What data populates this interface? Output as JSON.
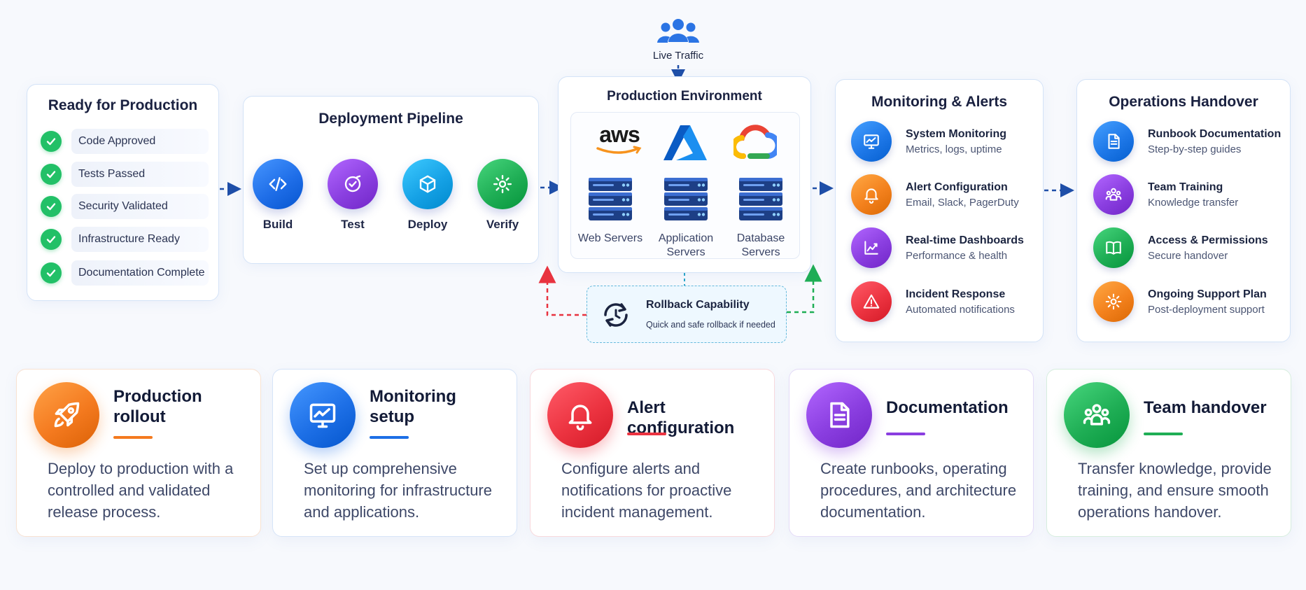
{
  "live_traffic": {
    "label": "Live Traffic"
  },
  "ready": {
    "title": "Ready for Production",
    "items": [
      "Code Approved",
      "Tests Passed",
      "Security Validated",
      "Infrastructure Ready",
      "Documentation Complete"
    ]
  },
  "pipeline": {
    "title": "Deployment Pipeline",
    "steps": [
      {
        "label": "Build",
        "icon": "code-icon",
        "color": "#1f6ee8"
      },
      {
        "label": "Test",
        "icon": "check-circle-icon",
        "color": "#8a3fe0"
      },
      {
        "label": "Deploy",
        "icon": "cube-icon",
        "color": "#16a2e6"
      },
      {
        "label": "Verify",
        "icon": "gear-icon",
        "color": "#1fae55"
      }
    ]
  },
  "production": {
    "title": "Production Environment",
    "aws_logo_text": "aws",
    "servers": [
      {
        "label_line1": "Web Servers",
        "label_line2": ""
      },
      {
        "label_line1": "Application",
        "label_line2": "Servers"
      },
      {
        "label_line1": "Database",
        "label_line2": "Servers"
      }
    ]
  },
  "rollback": {
    "title": "Rollback Capability",
    "subtitle": "Quick and safe rollback if needed"
  },
  "monitoring": {
    "title": "Monitoring & Alerts",
    "items": [
      {
        "title": "System Monitoring",
        "desc": "Metrics, logs, uptime",
        "icon": "monitor-icon",
        "color": "#1e78e8"
      },
      {
        "title": "Alert Configuration",
        "desc": "Email, Slack, PagerDuty",
        "icon": "bell-icon",
        "color": "#f3811d"
      },
      {
        "title": "Real-time Dashboards",
        "desc": "Performance & health",
        "icon": "chart-icon",
        "color": "#8a3ee0"
      },
      {
        "title": "Incident Response",
        "desc": "Automated notifications",
        "icon": "warning-icon",
        "color": "#ec3340"
      }
    ]
  },
  "handover": {
    "title": "Operations Handover",
    "items": [
      {
        "title": "Runbook Documentation",
        "desc": "Step-by-step guides",
        "icon": "document-icon",
        "color": "#1e78e8"
      },
      {
        "title": "Team Training",
        "desc": "Knowledge transfer",
        "icon": "team-icon",
        "color": "#8a3ee0"
      },
      {
        "title": "Access & Permissions",
        "desc": "Secure handover",
        "icon": "book-icon",
        "color": "#1fae55"
      },
      {
        "title": "Ongoing Support Plan",
        "desc": "Post-deployment support",
        "icon": "gear-icon",
        "color": "#f3811d"
      }
    ]
  },
  "bottom_cards": [
    {
      "title_line1": "Production",
      "title_line2": "rollout",
      "desc": "Deploy to production with a controlled and validated release process.",
      "icon": "rocket-icon",
      "color": "#f47a1f",
      "border": "#f8e2d2"
    },
    {
      "title_line1": "Monitoring",
      "title_line2": "setup",
      "desc": "Set up comprehensive monitoring for infrastructure and applications.",
      "icon": "monitor-icon",
      "color": "#1d6fe6",
      "border": "#d6e4f8"
    },
    {
      "title_line1": "Alert configuration",
      "title_line2": "",
      "desc": "Configure alerts and notifications for proactive incident management.",
      "icon": "bell-icon",
      "color": "#ec3340",
      "border": "#f8d9dd"
    },
    {
      "title_line1": "Documentation",
      "title_line2": "",
      "desc": "Create runbooks, operating procedures, and architecture documentation.",
      "icon": "document-icon",
      "color": "#8a3ee0",
      "border": "#e4dbf7"
    },
    {
      "title_line1": "Team handover",
      "title_line2": "",
      "desc": "Transfer knowledge, provide training, and ensure smooth operations handover.",
      "icon": "team-icon",
      "color": "#1fae55",
      "border": "#d7eede"
    }
  ]
}
